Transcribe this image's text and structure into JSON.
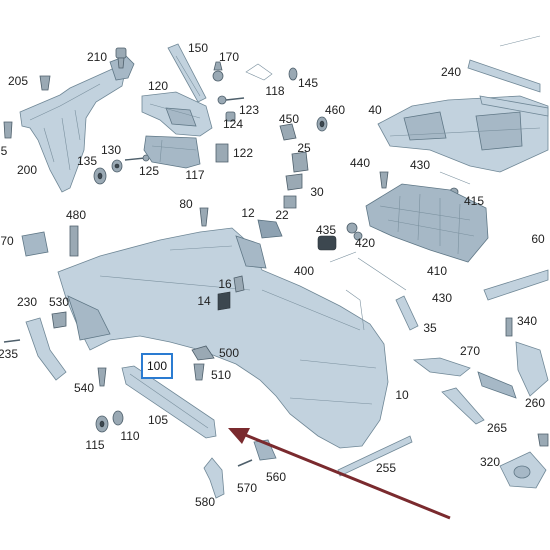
{
  "highlight_color": "#2a7bd1",
  "arrow_color": "#7a2a2e",
  "callouts": [
    {
      "id": "c210",
      "text": "210"
    },
    {
      "id": "c150",
      "text": "150"
    },
    {
      "id": "c170",
      "text": "170"
    },
    {
      "id": "c205",
      "text": "205"
    },
    {
      "id": "c118",
      "text": "118"
    },
    {
      "id": "c145",
      "text": "145"
    },
    {
      "id": "c240",
      "text": "240"
    },
    {
      "id": "c120",
      "text": "120"
    },
    {
      "id": "c123",
      "text": "123"
    },
    {
      "id": "c460",
      "text": "460"
    },
    {
      "id": "c40",
      "text": "40"
    },
    {
      "id": "c124",
      "text": "124"
    },
    {
      "id": "c450",
      "text": "450"
    },
    {
      "id": "c5",
      "text": "5"
    },
    {
      "id": "c130",
      "text": "130"
    },
    {
      "id": "c122",
      "text": "122"
    },
    {
      "id": "c25",
      "text": "25"
    },
    {
      "id": "c135",
      "text": "135"
    },
    {
      "id": "c440",
      "text": "440"
    },
    {
      "id": "c430a",
      "text": "430"
    },
    {
      "id": "c200",
      "text": "200"
    },
    {
      "id": "c125",
      "text": "125"
    },
    {
      "id": "c117",
      "text": "117"
    },
    {
      "id": "c30",
      "text": "30"
    },
    {
      "id": "c415",
      "text": "415"
    },
    {
      "id": "c80",
      "text": "80"
    },
    {
      "id": "c480",
      "text": "480"
    },
    {
      "id": "c12",
      "text": "12"
    },
    {
      "id": "c22",
      "text": "22"
    },
    {
      "id": "c435",
      "text": "435"
    },
    {
      "id": "c70",
      "text": "70"
    },
    {
      "id": "c60",
      "text": "60"
    },
    {
      "id": "c420",
      "text": "420"
    },
    {
      "id": "c400",
      "text": "400"
    },
    {
      "id": "c410",
      "text": "410"
    },
    {
      "id": "c16",
      "text": "16"
    },
    {
      "id": "c430b",
      "text": "430"
    },
    {
      "id": "c230",
      "text": "230"
    },
    {
      "id": "c530",
      "text": "530"
    },
    {
      "id": "c14",
      "text": "14"
    },
    {
      "id": "c340",
      "text": "340"
    },
    {
      "id": "c35",
      "text": "35"
    },
    {
      "id": "c235",
      "text": "235"
    },
    {
      "id": "c500",
      "text": "500"
    },
    {
      "id": "c270",
      "text": "270"
    },
    {
      "id": "c100",
      "text": "100"
    },
    {
      "id": "c510",
      "text": "510"
    },
    {
      "id": "c540",
      "text": "540"
    },
    {
      "id": "c10",
      "text": "10"
    },
    {
      "id": "c260",
      "text": "260"
    },
    {
      "id": "c105",
      "text": "105"
    },
    {
      "id": "c265",
      "text": "265"
    },
    {
      "id": "c115",
      "text": "115"
    },
    {
      "id": "c110",
      "text": "110"
    },
    {
      "id": "c255",
      "text": "255"
    },
    {
      "id": "c320",
      "text": "320"
    },
    {
      "id": "c560",
      "text": "560"
    },
    {
      "id": "c570",
      "text": "570"
    },
    {
      "id": "c580",
      "text": "580"
    }
  ]
}
